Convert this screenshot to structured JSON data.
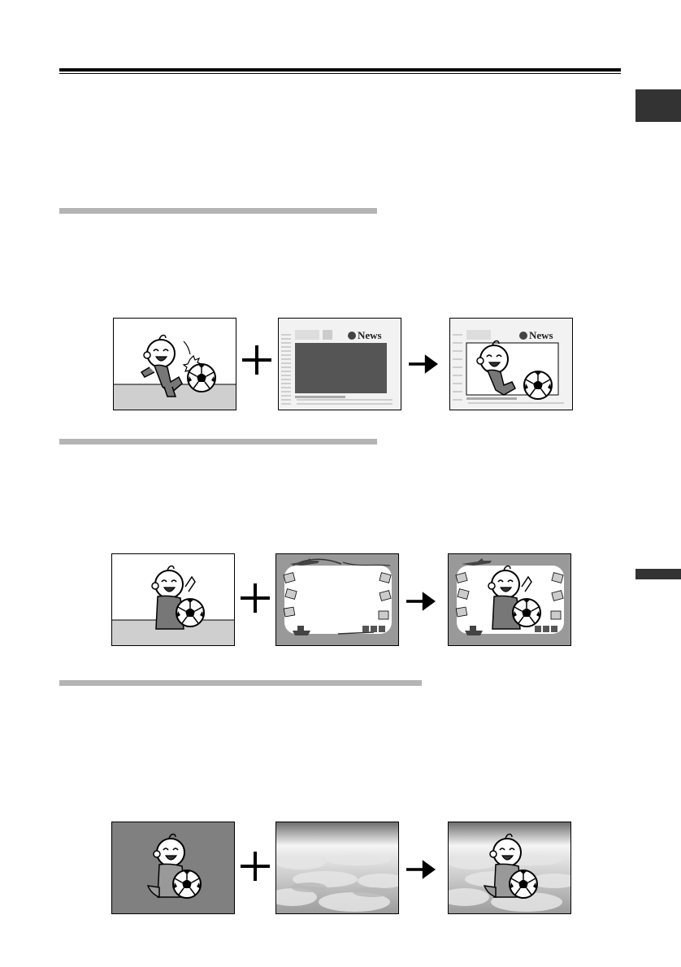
{
  "page": {
    "header_side_tab_color": "#333333",
    "section_bar_color": "#b4b4b4"
  },
  "rows": [
    {
      "panels": [
        {
          "content": "baby-kicking-ball-with-floor"
        },
        {
          "content": "news-template",
          "word": "News"
        },
        {
          "content": "baby-in-news-template",
          "word": "News"
        }
      ],
      "plus_icon": "plus-icon",
      "arrow_icon": "arrow-right-icon"
    },
    {
      "panels": [
        {
          "content": "baby-holding-ball-with-floor"
        },
        {
          "content": "travel-frame"
        },
        {
          "content": "baby-in-travel-frame"
        }
      ],
      "plus_icon": "plus-icon",
      "arrow_icon": "arrow-right-icon"
    },
    {
      "panels": [
        {
          "content": "baby-on-gray-background"
        },
        {
          "content": "clouds-sky"
        },
        {
          "content": "baby-over-clouds"
        }
      ],
      "plus_icon": "plus-icon",
      "arrow_icon": "arrow-right-icon"
    }
  ]
}
